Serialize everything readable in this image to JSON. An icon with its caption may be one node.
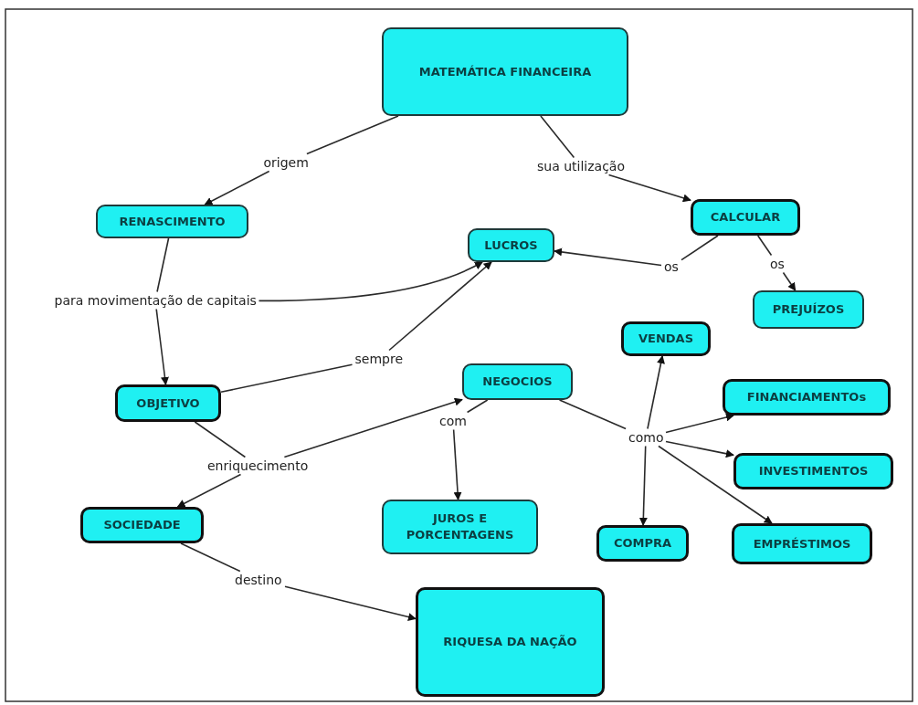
{
  "diagram": {
    "nodes": [
      {
        "text": [
          "MATEMÁTICA FINANCEIRA"
        ]
      },
      {
        "text": [
          "origem"
        ]
      },
      {
        "text": [
          "sua utilização"
        ]
      },
      {
        "text": [
          "RENASCIMENTO"
        ]
      },
      {
        "text": [
          "CALCULAR"
        ]
      },
      {
        "text": [
          "LUCROS"
        ]
      },
      {
        "text": [
          "os"
        ]
      },
      {
        "text": [
          "os"
        ]
      },
      {
        "text": [
          "para movimentação de capitais"
        ]
      },
      {
        "text": [
          "PREJUÍZOS"
        ]
      },
      {
        "text": [
          "VENDAS"
        ]
      },
      {
        "text": [
          "sempre"
        ]
      },
      {
        "text": [
          "NEGOCIOS"
        ]
      },
      {
        "text": [
          "OBJETIVO"
        ]
      },
      {
        "text": [
          "FINANCIAMENTOs"
        ]
      },
      {
        "text": [
          "com"
        ]
      },
      {
        "text": [
          "como"
        ]
      },
      {
        "text": [
          "enriquecimento"
        ]
      },
      {
        "text": [
          "INVESTIMENTOS"
        ]
      },
      {
        "text": [
          "SOCIEDADE"
        ]
      },
      {
        "text": [
          "JUROS E PORCENTAGENS"
        ]
      },
      {
        "text": [
          "COMPRA"
        ]
      },
      {
        "text": [
          "EMPRÉSTIMOS"
        ]
      },
      {
        "text": [
          "destino"
        ]
      },
      {
        "text": [
          "RIQUESA DA NAÇÃO"
        ]
      }
    ],
    "edges": [
      {
        "from": 0,
        "to": 1,
        "arrow": "none"
      },
      {
        "from": 1,
        "to": 3,
        "arrow": "to"
      },
      {
        "from": 0,
        "to": 2,
        "arrow": "none"
      },
      {
        "from": 2,
        "to": 4,
        "arrow": "to"
      },
      {
        "from": 4,
        "to": 6,
        "arrow": "none"
      },
      {
        "from": 6,
        "to": 5,
        "arrow": "to"
      },
      {
        "from": 4,
        "to": 7,
        "arrow": "none"
      },
      {
        "from": 7,
        "to": 9,
        "arrow": "to"
      },
      {
        "from": 3,
        "to": 8,
        "arrow": "none"
      },
      {
        "from": 8,
        "to": 13,
        "arrow": "to"
      },
      {
        "from": 8,
        "to": 5,
        "arrow": "to"
      },
      {
        "from": 13,
        "to": 11,
        "arrow": "none"
      },
      {
        "from": 11,
        "to": 5,
        "arrow": "to"
      },
      {
        "from": 13,
        "to": 17,
        "arrow": "none"
      },
      {
        "from": 17,
        "to": 12,
        "arrow": "to"
      },
      {
        "from": 17,
        "to": 19,
        "arrow": "to"
      },
      {
        "from": 12,
        "to": 15,
        "arrow": "none"
      },
      {
        "from": 15,
        "to": 20,
        "arrow": "to"
      },
      {
        "from": 12,
        "to": 16,
        "arrow": "none"
      },
      {
        "from": 16,
        "to": 10,
        "arrow": "to"
      },
      {
        "from": 16,
        "to": 14,
        "arrow": "to"
      },
      {
        "from": 16,
        "to": 18,
        "arrow": "to"
      },
      {
        "from": 16,
        "to": 21,
        "arrow": "to"
      },
      {
        "from": 16,
        "to": 22,
        "arrow": "to"
      },
      {
        "from": 19,
        "to": 23,
        "arrow": "none"
      },
      {
        "from": 23,
        "to": 24,
        "arrow": "to"
      }
    ]
  }
}
